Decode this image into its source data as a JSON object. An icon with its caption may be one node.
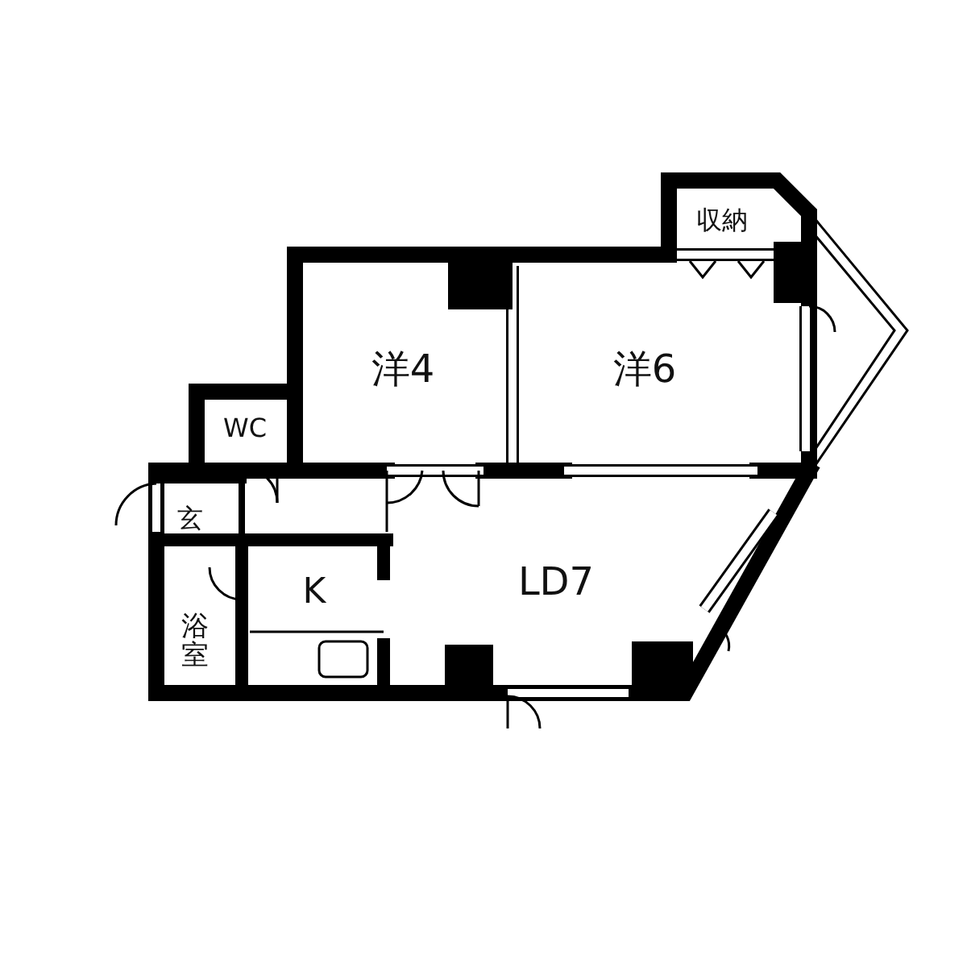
{
  "diagram": {
    "nodes": [
      {
        "text": [
          "収納"
        ]
      },
      {
        "text": [
          "洋4"
        ]
      },
      {
        "text": [
          "洋6"
        ]
      },
      {
        "text": [
          "WC"
        ]
      },
      {
        "text": [
          "玄"
        ]
      },
      {
        "text": [
          "K"
        ]
      },
      {
        "text": [
          "LD7"
        ]
      },
      {
        "text": [
          "浴室"
        ]
      }
    ]
  }
}
